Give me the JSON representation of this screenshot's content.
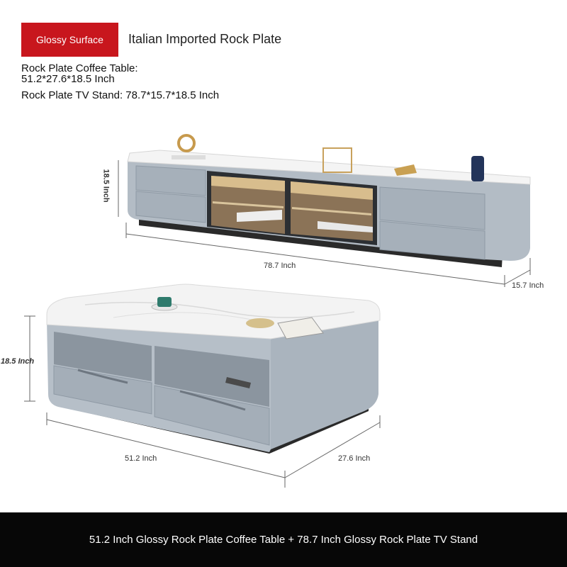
{
  "header": {
    "badge": "Glossy Surface",
    "subtitle": "Italian Imported Rock Plate"
  },
  "specs": {
    "coffee_table_label": "Rock Plate Coffee Table:",
    "coffee_table_size": "51.2*27.6*18.5 Inch",
    "tv_stand": "Rock Plate TV Stand: 78.7*15.7*18.5 Inch"
  },
  "tv_stand_dims": {
    "height": "18.5 Inch",
    "width": "78.7 Inch",
    "depth": "15.7 Inch"
  },
  "coffee_table_dims": {
    "height": "18.5 Inch",
    "width": "51.2 Inch",
    "depth": "27.6 Inch"
  },
  "footer": {
    "text": "51.2 Inch Glossy Rock Plate Coffee Table + 78.7 Inch Glossy Rock Plate TV Stand"
  },
  "colors": {
    "badge": "#c8161d",
    "footer_bg": "#070707",
    "cabinet": "#a9b3bd",
    "top_surface": "#f3f3f3"
  }
}
